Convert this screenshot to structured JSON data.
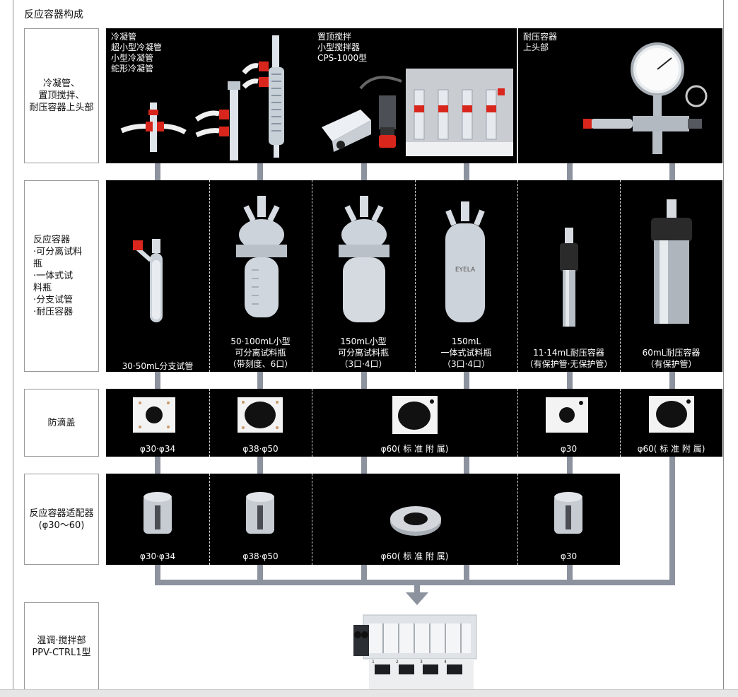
{
  "page_title": "反应容器构成",
  "labels": {
    "head": [
      "冷凝管、",
      "置顶搅拌、",
      "耐压容器上头部"
    ],
    "vessel": [
      "反应容器",
      "·可分离试料",
      "瓶",
      "·一体式试",
      "料瓶",
      "·分支试管",
      "·耐压容器"
    ],
    "drip": [
      "防滴盖"
    ],
    "adapter": [
      "反应容器适配器",
      "(φ30～60)"
    ],
    "unit": [
      "温调·搅拌部",
      "PPV-CTRL1型"
    ]
  },
  "head_groups": {
    "condensers": [
      "冷凝管",
      "超小型冷凝管",
      "小型冷凝管",
      "蛇形冷凝管"
    ],
    "stirring": [
      "置顶搅拌",
      "小型搅拌器",
      "CPS-1000型"
    ],
    "pressure": [
      "耐压容器",
      "上头部"
    ]
  },
  "vessels": [
    {
      "lines": [
        "30·50mL分支试管"
      ]
    },
    {
      "lines": [
        "50·100mL小型",
        "可分离试料瓶",
        "（带刻度、6口）"
      ]
    },
    {
      "lines": [
        "150mL小型",
        "可分离试料瓶",
        "（3口·4口）"
      ]
    },
    {
      "lines": [
        "150mL",
        "一体式试料瓶",
        "（3口·4口）"
      ]
    },
    {
      "lines": [
        "11·14mL耐压容器",
        "（有保护管·无保护管）"
      ]
    },
    {
      "lines": [
        "60mL耐压容器",
        "（有保护管）"
      ]
    }
  ],
  "vessel_brand": "EYELA",
  "drip_caps": [
    "φ30·φ34",
    "φ38·φ50",
    "φ60( 标 准 附 属)",
    "φ30",
    "φ60( 标 准 附 属)"
  ],
  "adapters": [
    "φ30·φ34",
    "φ38·φ50",
    "φ60( 标 准 附 属)",
    "φ30"
  ],
  "unit_panel": [
    "1",
    "2",
    "3",
    "4"
  ],
  "colors": {
    "background": "#000000",
    "connector": "#8d929f",
    "accent_red": "#d9261c"
  }
}
